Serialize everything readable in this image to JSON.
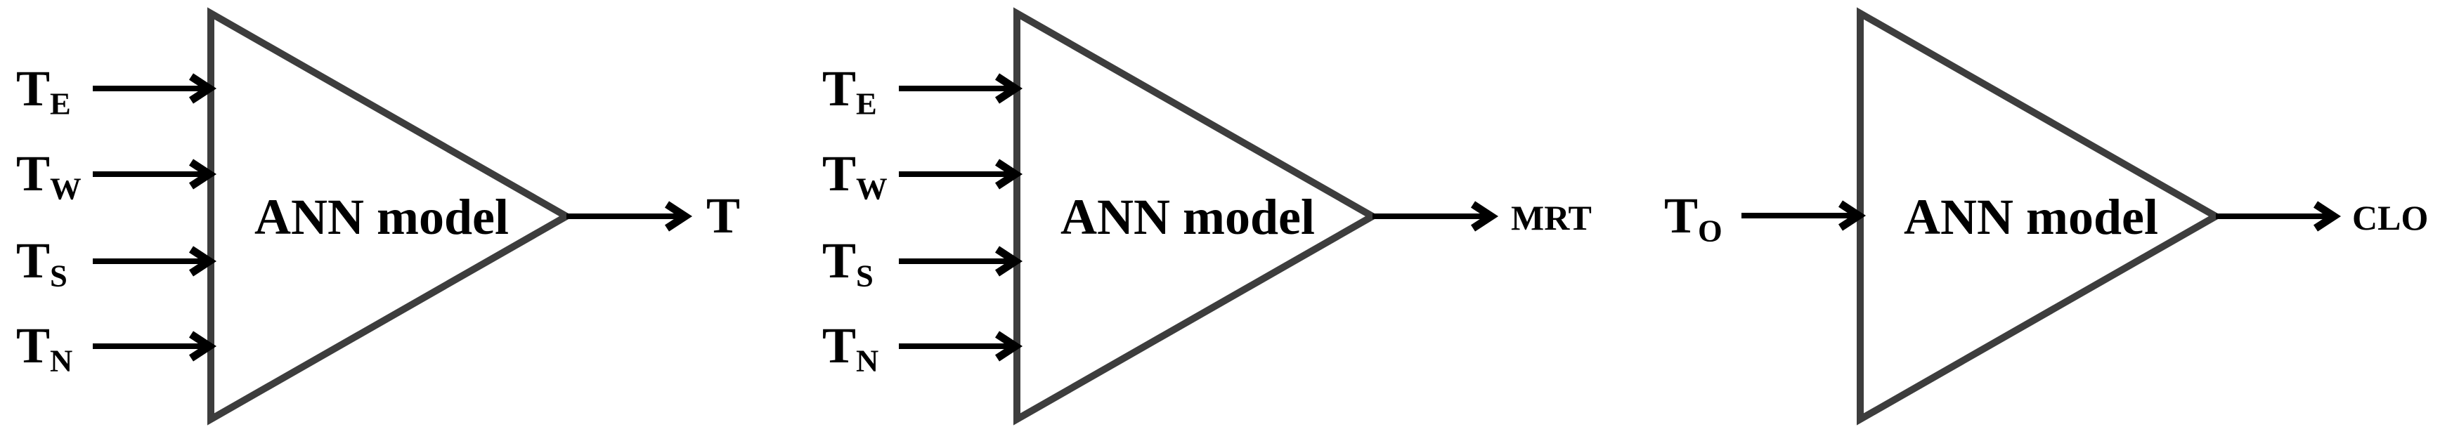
{
  "figure": {
    "description": "Three ANN model block diagrams with inputs and outputs"
  },
  "colors": {
    "background": "#ffffff",
    "triangle_stroke": "#3d3d3d",
    "arrow": "#000000",
    "text": "#000000"
  },
  "diagrams": [
    {
      "id": "temperature-model",
      "block_label": "ANN model",
      "inputs": [
        {
          "main": "T",
          "sub": "E"
        },
        {
          "main": "T",
          "sub": "W"
        },
        {
          "main": "T",
          "sub": "S"
        },
        {
          "main": "T",
          "sub": "N"
        }
      ],
      "output": {
        "main": "T"
      }
    },
    {
      "id": "mrt-model",
      "block_label": "ANN model",
      "inputs": [
        {
          "main": "T",
          "sub": "E"
        },
        {
          "main": "T",
          "sub": "W"
        },
        {
          "main": "T",
          "sub": "S"
        },
        {
          "main": "T",
          "sub": "N"
        }
      ],
      "output": {
        "main": "MRT"
      }
    },
    {
      "id": "clo-model",
      "block_label": "ANN model",
      "inputs": [
        {
          "main": "T",
          "sub": "O"
        }
      ],
      "output": {
        "main": "CLO"
      }
    }
  ]
}
